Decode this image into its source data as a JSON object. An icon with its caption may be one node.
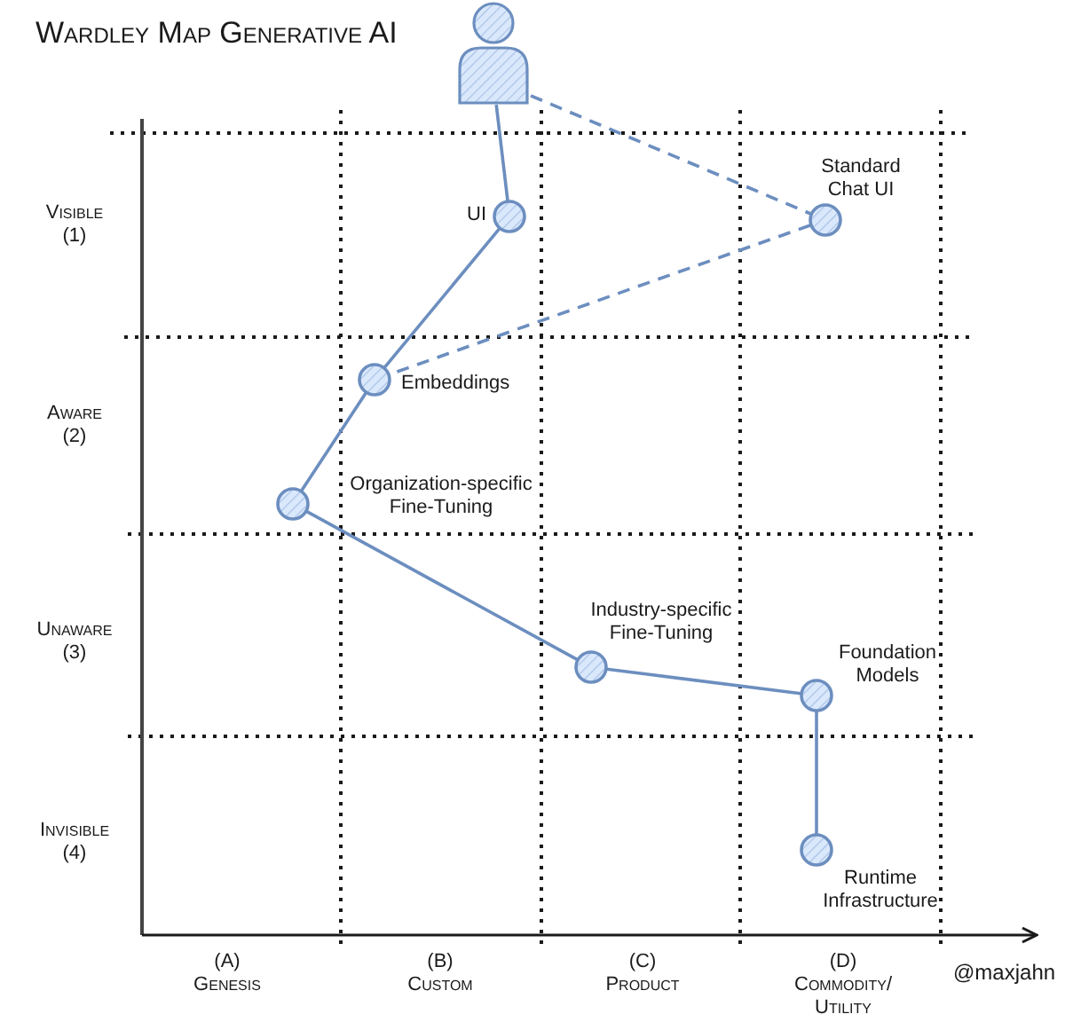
{
  "diagram": {
    "title": "Wardley Map Generative AI",
    "nodes": [
      {
        "text": [],
        "shape": "person"
      },
      {
        "text": [
          "UI"
        ]
      },
      {
        "text": [
          "Standard Chat UI"
        ]
      },
      {
        "text": [
          "Embeddings"
        ]
      },
      {
        "text": [
          "Organization-specific Fine-Tuning"
        ]
      },
      {
        "text": [
          "Industry-specific Fine-Tuning"
        ]
      },
      {
        "text": [
          "Foundation Models"
        ]
      },
      {
        "text": [
          "Runtime Infrastructure"
        ]
      }
    ],
    "edges": [
      {
        "from": 0,
        "to": 1,
        "arrow": "none"
      },
      {
        "from": 0,
        "to": 2,
        "arrow": "none",
        "style": "dashed"
      },
      {
        "from": 1,
        "to": 3,
        "arrow": "none"
      },
      {
        "from": 2,
        "to": 3,
        "arrow": "none",
        "style": "dashed"
      },
      {
        "from": 3,
        "to": 4,
        "arrow": "none"
      },
      {
        "from": 4,
        "to": 5,
        "arrow": "none"
      },
      {
        "from": 5,
        "to": 6,
        "arrow": "none"
      },
      {
        "from": 6,
        "to": 7,
        "arrow": "none"
      }
    ],
    "labels": [
      "Visible (1)",
      "Aware (2)",
      "Unaware (3)",
      "Invisible (4)",
      "(A) Genesis",
      "(B) Custom",
      "(C) Product",
      "(D) Commodity/ Utility",
      "@maxjahn"
    ]
  }
}
